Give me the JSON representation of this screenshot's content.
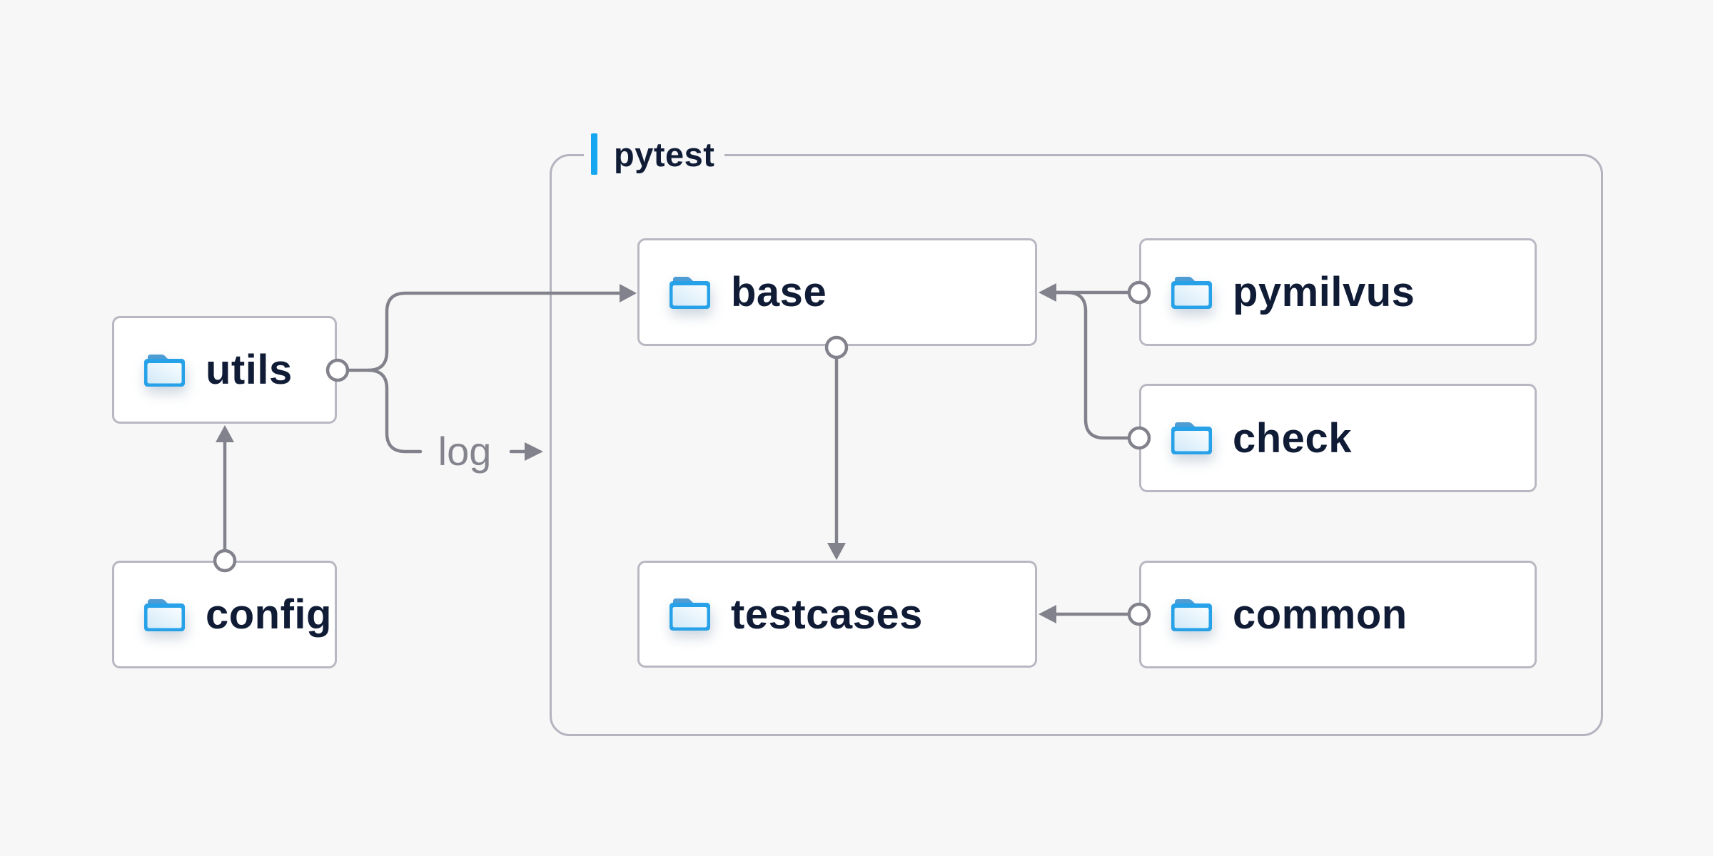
{
  "diagram": {
    "title": "pytest folder-structure diagram",
    "background_color": "#f7f7f8",
    "container": {
      "label": "pytest",
      "accent_color": "#16a7f0",
      "border_color": "#b4b4bf"
    },
    "nodes": [
      {
        "id": "utils",
        "label": "utils",
        "icon": "folder-icon",
        "inside_container": false
      },
      {
        "id": "config",
        "label": "config",
        "icon": "folder-icon",
        "inside_container": false
      },
      {
        "id": "base",
        "label": "base",
        "icon": "folder-icon",
        "inside_container": true
      },
      {
        "id": "pymilvus",
        "label": "pymilvus",
        "icon": "folder-icon",
        "inside_container": true
      },
      {
        "id": "check",
        "label": "check",
        "icon": "folder-icon",
        "inside_container": true
      },
      {
        "id": "testcases",
        "label": "testcases",
        "icon": "folder-icon",
        "inside_container": true
      },
      {
        "id": "common",
        "label": "common",
        "icon": "folder-icon",
        "inside_container": true
      }
    ],
    "edges": [
      {
        "from": "utils",
        "to": "base",
        "label": ""
      },
      {
        "from": "utils",
        "to": "pytest-container",
        "label": "log"
      },
      {
        "from": "config",
        "to": "utils",
        "label": ""
      },
      {
        "from": "base",
        "to": "testcases",
        "label": ""
      },
      {
        "from": "pymilvus",
        "to": "base",
        "label": ""
      },
      {
        "from": "check",
        "to": "base",
        "label": ""
      },
      {
        "from": "common",
        "to": "testcases",
        "label": ""
      }
    ],
    "colors": {
      "edge": "#82828c",
      "node_border": "#b8b8c2",
      "node_fill": "#ffffff",
      "label_text": "#101c36",
      "edge_label_text": "#84848e",
      "folder_frame": "#27a2e9",
      "folder_tab": "#4e9cd4",
      "folder_inner_light": "#f9fdff",
      "folder_inner_shade": "#d2e9f8"
    }
  }
}
